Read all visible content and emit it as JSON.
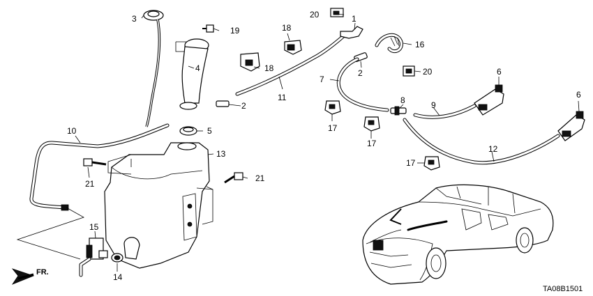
{
  "diagram": {
    "code": "TA08B1501",
    "front_label": "FR.",
    "callouts": {
      "c1": "1",
      "c2a": "2",
      "c2b": "2",
      "c3": "3",
      "c4": "4",
      "c5": "5",
      "c6a": "6",
      "c6b": "6",
      "c7": "7",
      "c8": "8",
      "c9": "9",
      "c10": "10",
      "c11": "11",
      "c12": "12",
      "c13": "13",
      "c14": "14",
      "c15": "15",
      "c16": "16",
      "c17a": "17",
      "c17b": "17",
      "c17c": "17",
      "c18a": "18",
      "c18b": "18",
      "c19": "19",
      "c20a": "20",
      "c20b": "20",
      "c21a": "21",
      "c21b": "21"
    }
  }
}
